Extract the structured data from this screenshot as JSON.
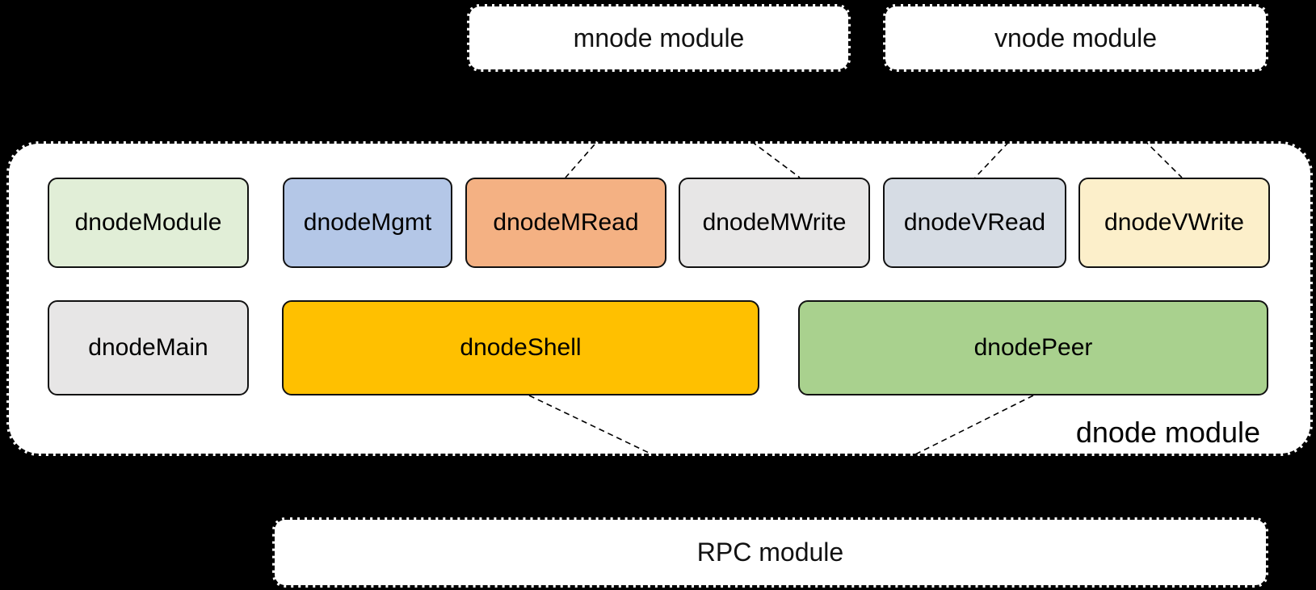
{
  "diagram": {
    "top_modules": [
      {
        "label": "mnode module"
      },
      {
        "label": "vnode module"
      }
    ],
    "dnode_container": {
      "label": "dnode module",
      "row1": [
        {
          "label": "dnodeModule",
          "color": "#e1eed7"
        },
        {
          "label": "dnodeMgmt",
          "color": "#b4c7e7"
        },
        {
          "label": "dnodeMRead",
          "color": "#f4b183"
        },
        {
          "label": "dnodeMWrite",
          "color": "#e7e6e6"
        },
        {
          "label": "dnodeVRead",
          "color": "#d6dce4"
        },
        {
          "label": "dnodeVWrite",
          "color": "#fcefca"
        }
      ],
      "row2": [
        {
          "label": "dnodeMain",
          "color": "#e7e6e6"
        },
        {
          "label": "dnodeShell",
          "color": "#ffc000"
        },
        {
          "label": "dnodePeer",
          "color": "#a9d18e"
        }
      ]
    },
    "bottom_module": {
      "label": "RPC module"
    },
    "colors": {
      "background": "#000000",
      "container_fill": "#ffffff",
      "border": "#000000"
    }
  }
}
